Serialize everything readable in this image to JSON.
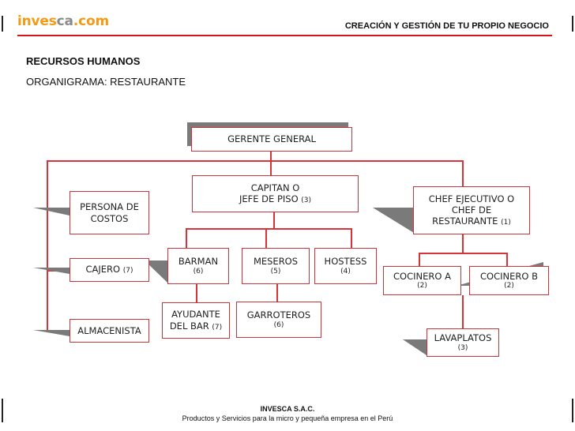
{
  "header": {
    "logo_part1": "inves",
    "logo_part2": "ca",
    "logo_part3": ".com",
    "title": "CREACIÓN Y GESTIÓN DE TU PROPIO NEGOCIO"
  },
  "section": {
    "title": "RECURSOS HUMANOS",
    "subtitle": "ORGANIGRAMA: RESTAURANTE"
  },
  "org": {
    "gerente": "GERENTE GENERAL",
    "capitan_1": "CAPITAN O",
    "capitan_2": "JEFE DE PISO",
    "capitan_n": "(3)",
    "chef_1": "CHEF EJECUTIVO O",
    "chef_2": "CHEF DE",
    "chef_3": "RESTAURANTE",
    "chef_n": "(1)",
    "costos_1": "PERSONA DE",
    "costos_2": "COSTOS",
    "cajero": "CAJERO",
    "cajero_n": "(7)",
    "almacenista": "ALMACENISTA",
    "barman": "BARMAN",
    "barman_n": "(6)",
    "meseros": "MESEROS",
    "meseros_n": "(5)",
    "hostess": "HOSTESS",
    "hostess_n": "(4)",
    "ayudante_1": "AYUDANTE",
    "ayudante_2": "DEL BAR",
    "ayudante_n": "(7)",
    "garroteros": "GARROTEROS",
    "garroteros_n": "(6)",
    "cocinero_a": "COCINERO A",
    "cocinero_a_n": "(2)",
    "cocinero_b": "COCINERO B",
    "cocinero_b_n": "(2)",
    "lavaplatos": "LAVAPLATOS",
    "lavaplatos_n": "(3)"
  },
  "footer": {
    "company": "INVESCA S.A.C.",
    "tagline": "Productos y Servicios para la micro y pequeña empresa en el Perú"
  },
  "colors": {
    "accent_red": "#d5161d",
    "logo_orange": "#f39a16",
    "logo_gray": "#8a8a8a"
  }
}
